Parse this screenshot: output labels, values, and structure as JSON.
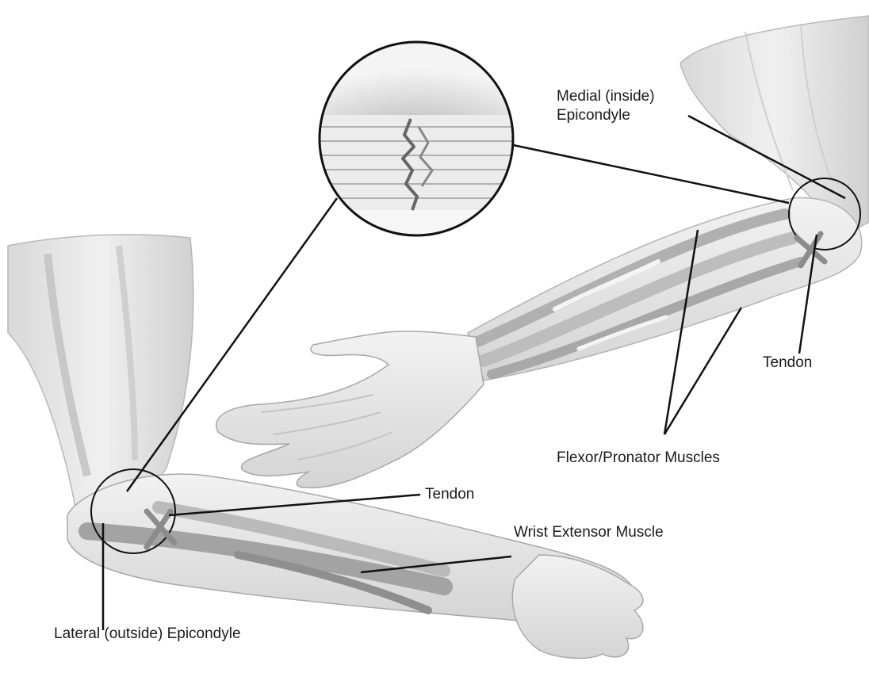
{
  "labels": {
    "medial_line1": "Medial (inside)",
    "medial_line2": "Epicondyle",
    "tendon_right": "Tendon",
    "flexor_pronator": "Flexor/Pronator Muscles",
    "tendon_left": "Tendon",
    "wrist_extensor": "Wrist Extensor Muscle",
    "lateral": "Lateral (outside) Epicondyle"
  },
  "colors": {
    "line": "#111111",
    "skin": "#e9e9e9",
    "muscle": "#c9c9c9",
    "muscle_dark": "#a9a9a9",
    "shadow": "#9a9a9a",
    "marker": "#8c8c8c"
  }
}
